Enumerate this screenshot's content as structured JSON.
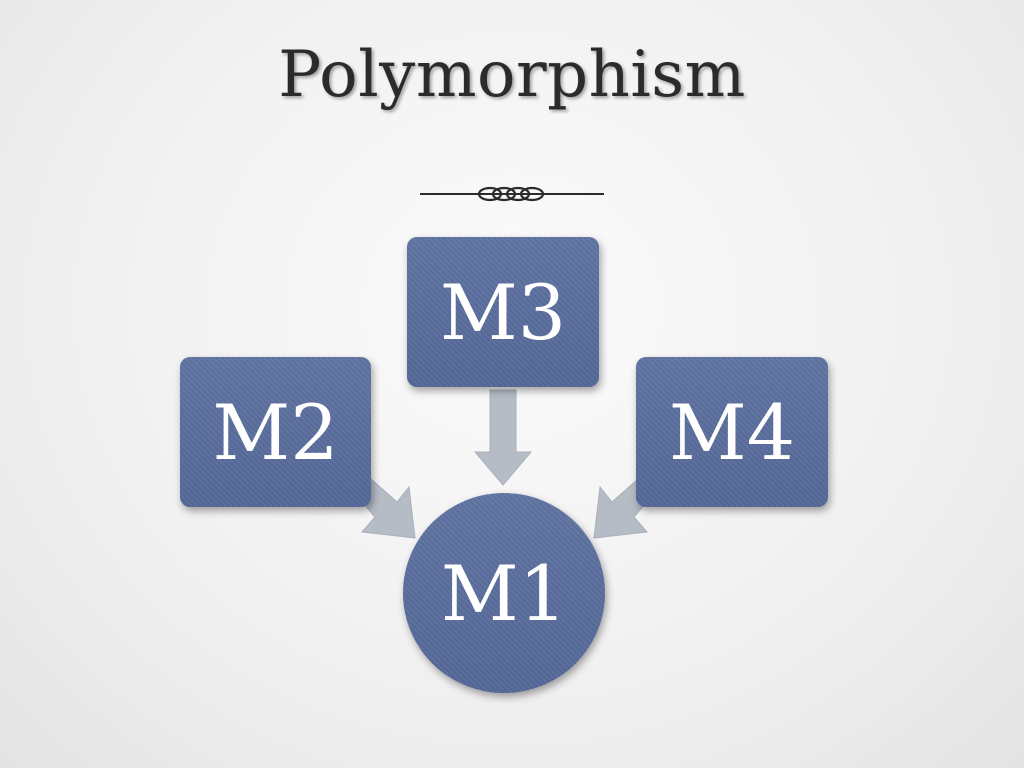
{
  "slide": {
    "title": "Polymorphism"
  },
  "diagram": {
    "nodes": [
      {
        "id": "m1",
        "label": "M1",
        "shape": "circle"
      },
      {
        "id": "m2",
        "label": "M2",
        "shape": "rounded-box"
      },
      {
        "id": "m3",
        "label": "M3",
        "shape": "rounded-box"
      },
      {
        "id": "m4",
        "label": "M4",
        "shape": "rounded-box"
      }
    ],
    "edges": [
      {
        "from": "m2",
        "to": "m1"
      },
      {
        "from": "m3",
        "to": "m1"
      },
      {
        "from": "m4",
        "to": "m1"
      }
    ]
  },
  "colors": {
    "node_fill": "#5a6f9e",
    "node_text": "#ffffff",
    "arrow_fill": "#b6bcc6",
    "title_text": "#2b2b2b",
    "background": "#f1f1f1"
  }
}
